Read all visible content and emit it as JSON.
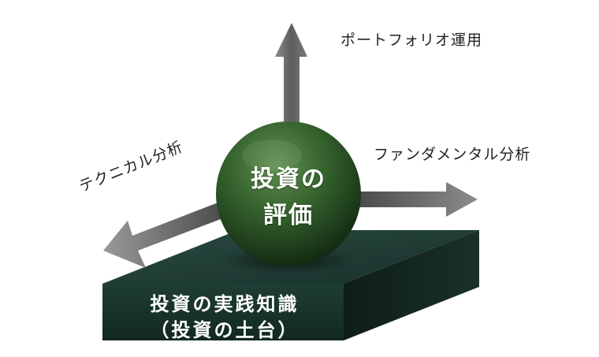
{
  "diagram": {
    "axes": {
      "up": "ポートフォリオ運用",
      "right": "ファンダメンタル分析",
      "left": "テクニカル分析"
    },
    "sphere": {
      "line1": "投資の",
      "line2": "評価",
      "color": "#2f5a2c"
    },
    "base": {
      "line1": "投資の実践知識",
      "line2": "（投資の土台）",
      "color": "#1d3b34"
    },
    "arrow_color": "#6e6e6e"
  }
}
